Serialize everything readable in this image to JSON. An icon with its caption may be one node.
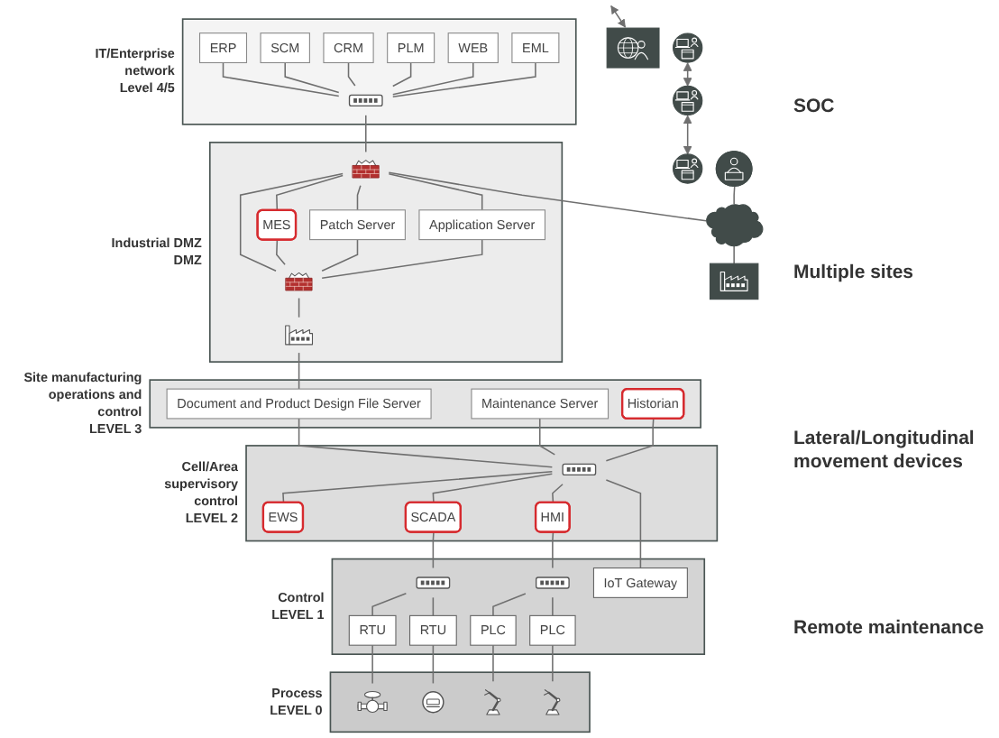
{
  "diagram": {
    "nodes": [
      {
        "text": [
          "IT/Enterprise network",
          "Level 4/5"
        ]
      },
      {
        "text": [
          "ERP"
        ],
        "in": 0
      },
      {
        "text": [
          "SCM"
        ],
        "in": 0
      },
      {
        "text": [
          "CRM"
        ],
        "in": 0
      },
      {
        "text": [
          "PLM"
        ],
        "in": 0
      },
      {
        "text": [
          "WEB"
        ],
        "in": 0
      },
      {
        "text": [
          "EML"
        ],
        "in": 0
      },
      {
        "text": [],
        "shape": "picture",
        "in": 0
      },
      {
        "text": [],
        "shape": "person"
      },
      {
        "text": [
          "Industrial DMZ",
          "DMZ"
        ]
      },
      {
        "text": [
          "MES"
        ],
        "in": 9
      },
      {
        "text": [
          "Patch Server"
        ],
        "in": 9
      },
      {
        "text": [
          "Application Server"
        ],
        "in": 9
      },
      {
        "text": [],
        "shape": "picture",
        "in": 9
      },
      {
        "text": [],
        "shape": "cloud"
      },
      {
        "text": [],
        "shape": "picture",
        "in": 9
      },
      {
        "text": [],
        "shape": "picture",
        "in": 9
      },
      {
        "text": [],
        "shape": "picture"
      },
      {
        "text": [
          "Site manufacturing operations and control",
          "LEVEL 3"
        ]
      },
      {
        "text": [
          "Maintenance Server"
        ],
        "in": 18
      },
      {
        "text": [
          "Document and Product Design File Server"
        ],
        "in": 18
      },
      {
        "text": [
          "Historian"
        ],
        "in": 18
      },
      {
        "text": [],
        "shape": "circle"
      },
      {
        "text": [
          "Cell/Area supervisory control",
          "LEVEL 2"
        ]
      },
      {
        "text": [
          "EWS"
        ],
        "in": 23
      },
      {
        "text": [],
        "shape": "picture",
        "in": 23
      },
      {
        "text": [
          "SCADA"
        ],
        "in": 23
      },
      {
        "text": [
          "HMI"
        ],
        "in": 23
      },
      {
        "text": [],
        "shape": "circle"
      },
      {
        "text": [
          "Control",
          "LEVEL 1"
        ]
      },
      {
        "text": [],
        "shape": "picture",
        "in": 29
      },
      {
        "text": [],
        "shape": "picture",
        "in": 29
      },
      {
        "text": [
          "RTU"
        ],
        "in": 29
      },
      {
        "text": [
          "RTU"
        ],
        "in": 29
      },
      {
        "text": [
          "IoT Gateway"
        ],
        "in": 29
      },
      {
        "text": [
          "PLC"
        ],
        "in": 29
      },
      {
        "text": [
          "PLC"
        ],
        "in": 29
      },
      {
        "text": [],
        "shape": "circle"
      },
      {
        "text": [
          "Process",
          "LEVEL 0"
        ]
      },
      {
        "text": [],
        "shape": "picture",
        "in": 38
      },
      {
        "text": [],
        "shape": "picture",
        "in": 38
      },
      {
        "text": [],
        "shape": "picture",
        "in": 38
      },
      {
        "text": [],
        "shape": "picture",
        "in": 38
      },
      {
        "text": [],
        "shape": "picture"
      }
    ],
    "edges": [
      {
        "from": 1,
        "to": 7,
        "arrow": "none"
      },
      {
        "from": 2,
        "to": 7,
        "arrow": "none"
      },
      {
        "from": 3,
        "to": 7,
        "arrow": "none"
      },
      {
        "from": 4,
        "to": 7,
        "arrow": "none"
      },
      {
        "from": 5,
        "to": 7,
        "arrow": "none"
      },
      {
        "from": 6,
        "to": 7,
        "arrow": "none"
      },
      {
        "from": 7,
        "to": 13,
        "arrow": "none"
      },
      {
        "from": 13,
        "to": 14,
        "arrow": "none"
      },
      {
        "from": 8,
        "to": 14,
        "arrow": "none"
      },
      {
        "from": 14,
        "to": 17,
        "arrow": "none"
      },
      {
        "from": 13,
        "to": 16,
        "arrow": "none"
      },
      {
        "from": 13,
        "to": 10,
        "arrow": "none"
      },
      {
        "from": 13,
        "to": 11,
        "arrow": "none"
      },
      {
        "from": 13,
        "to": 12,
        "arrow": "none"
      },
      {
        "from": 10,
        "to": 16,
        "arrow": "none"
      },
      {
        "from": 11,
        "to": 16,
        "arrow": "none"
      },
      {
        "from": 12,
        "to": 16,
        "arrow": "none"
      },
      {
        "from": 16,
        "to": 15,
        "arrow": "none"
      },
      {
        "from": 15,
        "to": 20,
        "arrow": "none"
      },
      {
        "from": 20,
        "to": 25,
        "arrow": "none"
      },
      {
        "from": 19,
        "to": 25,
        "arrow": "none"
      },
      {
        "from": 21,
        "to": 25,
        "arrow": "none"
      },
      {
        "from": 25,
        "to": 24,
        "arrow": "none"
      },
      {
        "from": 25,
        "to": 26,
        "arrow": "none"
      },
      {
        "from": 25,
        "to": 27,
        "arrow": "none"
      },
      {
        "from": 25,
        "to": 34,
        "arrow": "none"
      },
      {
        "from": 26,
        "to": 30,
        "arrow": "none"
      },
      {
        "from": 30,
        "to": 32,
        "arrow": "none"
      },
      {
        "from": 30,
        "to": 33,
        "arrow": "none"
      },
      {
        "from": 27,
        "to": 31,
        "arrow": "none"
      },
      {
        "from": 31,
        "to": 35,
        "arrow": "none"
      },
      {
        "from": 31,
        "to": 36,
        "arrow": "none"
      },
      {
        "from": 32,
        "to": 39,
        "arrow": "none"
      },
      {
        "from": 33,
        "to": 40,
        "arrow": "none"
      },
      {
        "from": 35,
        "to": 41,
        "arrow": "none"
      },
      {
        "from": 36,
        "to": 42,
        "arrow": "none"
      },
      {
        "from": 22,
        "to": 28,
        "arrow": "both"
      },
      {
        "from": 28,
        "to": 37,
        "arrow": "both"
      },
      {
        "from": null,
        "to": 43,
        "arrow": "both"
      }
    ],
    "labels": [
      "SOC",
      "Multiple sites",
      "Lateral/Longitudinal movement devices",
      "Remote maintenance"
    ]
  }
}
